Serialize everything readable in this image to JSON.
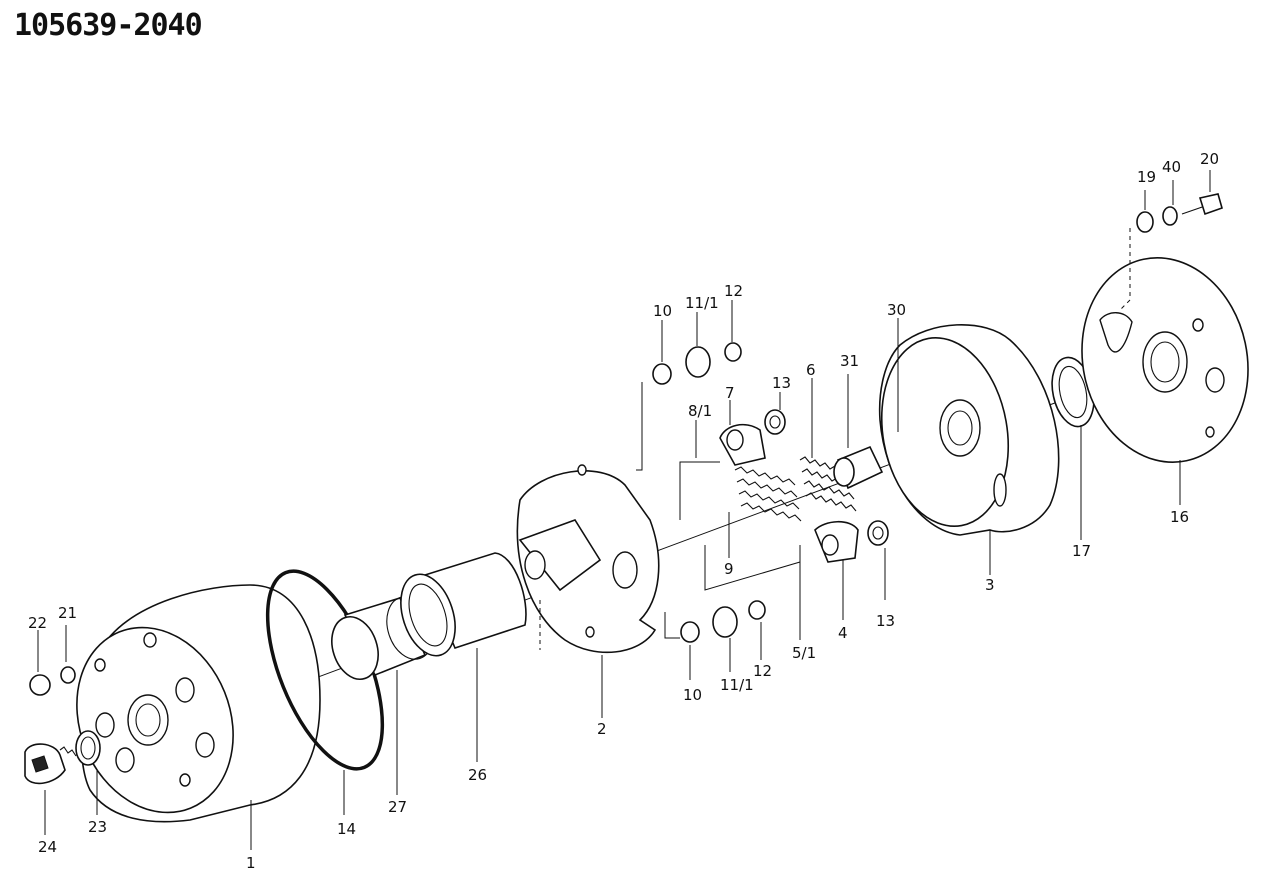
{
  "document_number": "105639-2040",
  "callouts": {
    "c1": "1",
    "c2": "2",
    "c3": "3",
    "c4": "4",
    "c51": "5/1",
    "c6": "6",
    "c7": "7",
    "c81": "8/1",
    "c9": "9",
    "c10a": "10",
    "c10b": "10",
    "c111a": "11/1",
    "c111b": "11/1",
    "c12a": "12",
    "c12b": "12",
    "c13a": "13",
    "c13b": "13",
    "c14": "14",
    "c16": "16",
    "c17": "17",
    "c19": "19",
    "c20": "20",
    "c21": "21",
    "c22": "22",
    "c23": "23",
    "c24": "24",
    "c26": "26",
    "c27": "27",
    "c30": "30",
    "c31": "31",
    "c40": "40"
  }
}
